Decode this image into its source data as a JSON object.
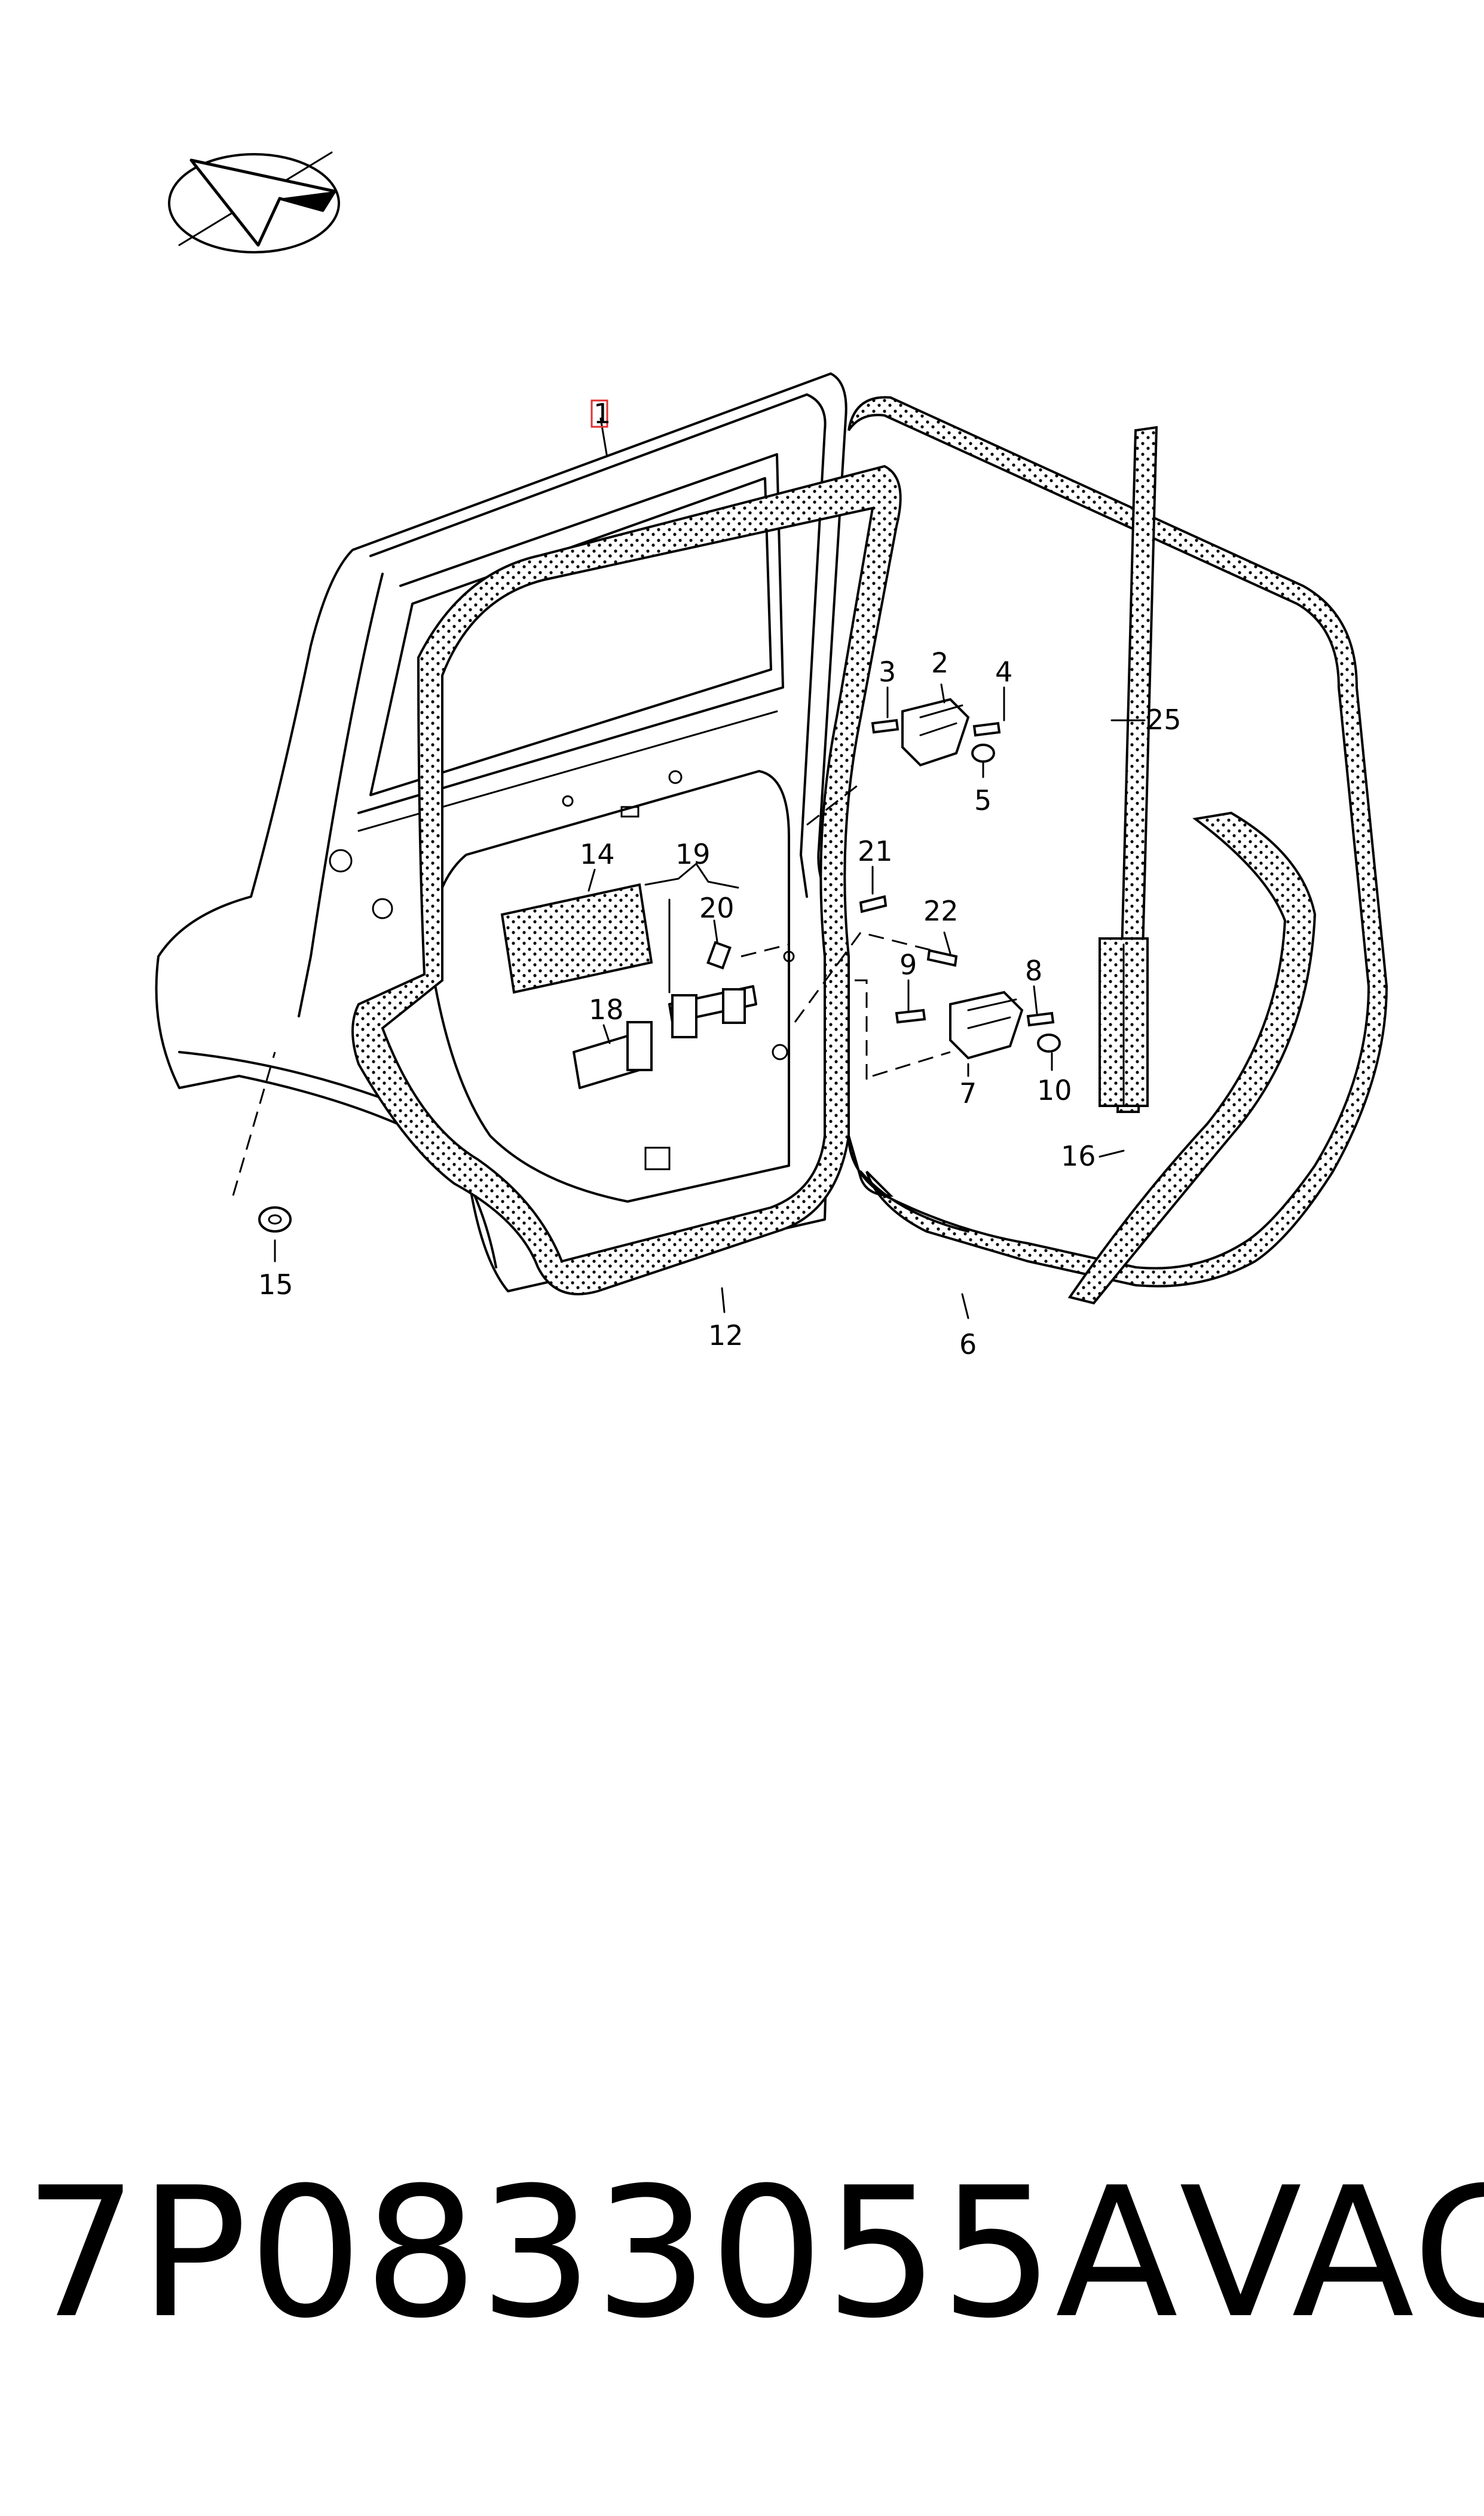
{
  "callouts": {
    "c1": "1",
    "c2": "2",
    "c3": "3",
    "c4": "4",
    "c5": "5",
    "c6": "6",
    "c7": "7",
    "c8": "8",
    "c9": "9",
    "c10": "10",
    "c12": "12",
    "c14": "14",
    "c15": "15",
    "c16": "16",
    "c18": "18",
    "c19": "19",
    "c20": "20",
    "c21": "21",
    "c22": "22",
    "c25": "25"
  },
  "highlight_color": "#e03030",
  "footer": {
    "part_number": "7P0833055A",
    "brand": "VAG"
  }
}
